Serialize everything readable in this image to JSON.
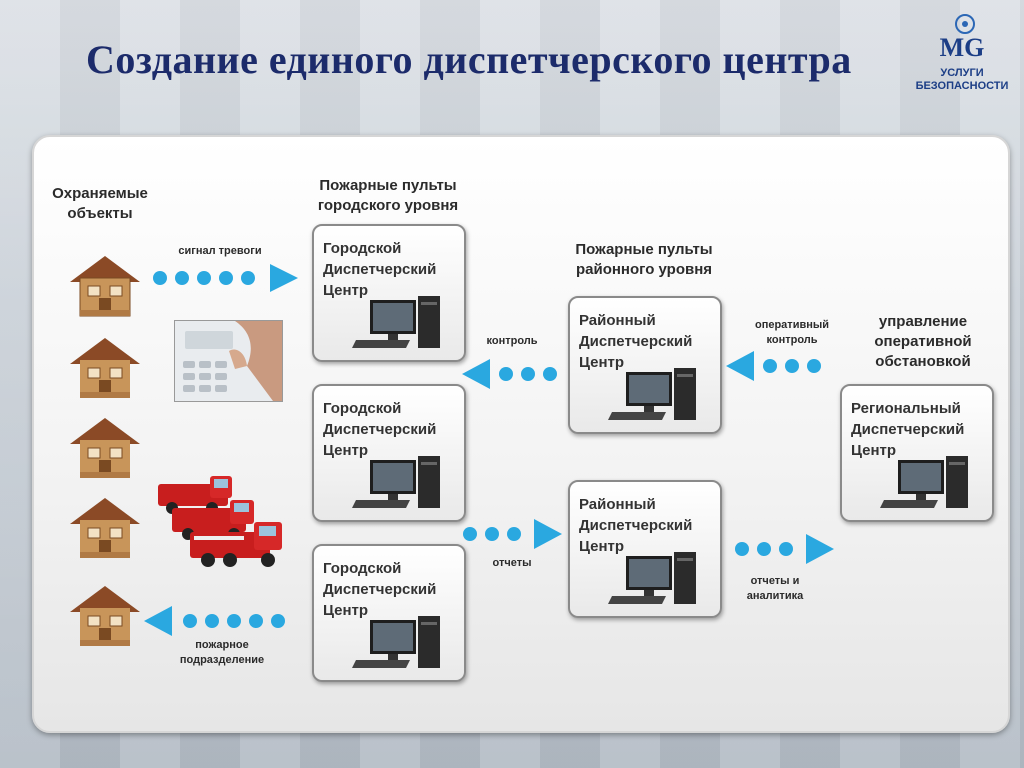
{
  "title": "Создание единого диспетчерского центра",
  "logo": {
    "mark": "MG",
    "line1": "УСЛУГИ",
    "line2": "БЕЗОПАСНОСТИ"
  },
  "colors": {
    "title": "#1c2b6b",
    "arrow": "#2aa8e0",
    "logo": "#1c3e86"
  },
  "labels": {
    "protected_objects": "Охраняемые\nобъекты",
    "city_level": "Пожарные пульты\nгородского уровня",
    "district_level": "Пожарные пульты\nрайонного уровня",
    "management": "управление\nоперативной\nобстановкой"
  },
  "arrow_labels": {
    "alarm_signal": "сигнал тревоги",
    "fire_unit": "пожарное\nподразделение",
    "control": "контроль",
    "reports": "отчеты",
    "operational_control": "оперативный\nконтроль",
    "reports_analytics": "отчеты и\nаналитика"
  },
  "centers": {
    "city": [
      "Городской\nДиспетчерский\nЦентр",
      "Городской\nДиспетчерский\nЦентр",
      "Городской\nДиспетчерский\nЦентр"
    ],
    "district": [
      "Районный\nДиспетчерский\nЦентр",
      "Районный\nДиспетчерский\nЦентр"
    ],
    "regional": "Региональный\nДиспетчерский\nЦентр"
  },
  "icons": [
    "house-icon",
    "computer-icon",
    "fire-truck-icon",
    "keypad-photo",
    "dotted-arrow-icon"
  ]
}
